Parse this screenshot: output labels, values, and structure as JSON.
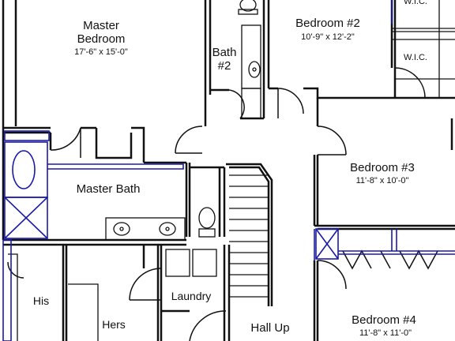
{
  "rooms": {
    "master_bedroom": {
      "line1": "Master",
      "line2": "Bedroom",
      "dims": "17'-6\" x 15'-0\""
    },
    "bedroom2": {
      "name": "Bedroom #2",
      "dims": "10'-9\" x 12'-2\""
    },
    "wic_top": {
      "name": "W.I.C."
    },
    "wic": {
      "name": "W.I.C."
    },
    "bath2": {
      "line1": "Bath",
      "line2": "#2"
    },
    "bedroom3": {
      "name": "Bedroom #3",
      "dims": "11'-8\" x 10'-0\""
    },
    "master_bath": {
      "name": "Master Bath"
    },
    "laundry": {
      "name": "Laundry"
    },
    "his": {
      "name": "His"
    },
    "hers": {
      "name": "Hers"
    },
    "hall": {
      "name": "Hall Up"
    },
    "bedroom4": {
      "name": "Bedroom #4",
      "dims": "11'-8\" x 11'-0\""
    }
  },
  "colors": {
    "wall": "#111111",
    "fixture_highlight": "#1a1aa8",
    "background": "#ffffff"
  }
}
